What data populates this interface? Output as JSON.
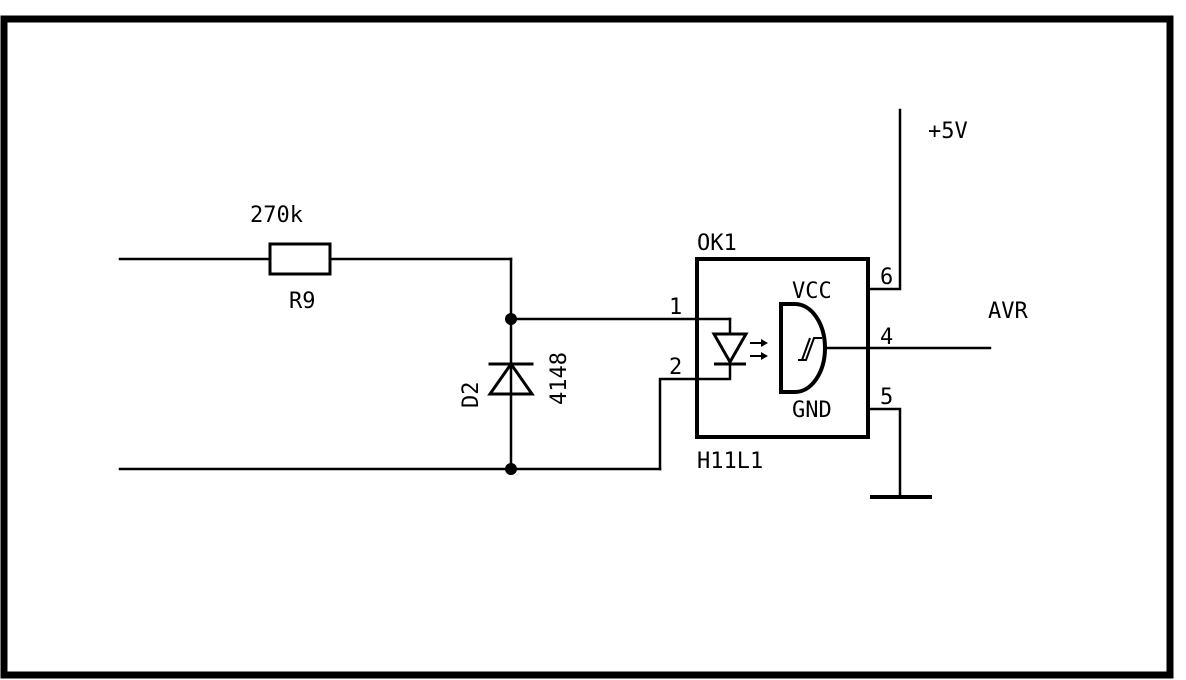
{
  "resistor": {
    "value": "270k",
    "ref": "R9"
  },
  "diode": {
    "ref": "D2",
    "value": "4148"
  },
  "optocoupler": {
    "ref": "OK1",
    "part": "H11L1",
    "pins": {
      "p1": "1",
      "p2": "2",
      "p4": "4",
      "p5": "5",
      "p6": "6"
    },
    "vcc_label": "VCC",
    "gnd_label": "GND"
  },
  "power": {
    "label": "+5V"
  },
  "output": {
    "label": "AVR"
  }
}
